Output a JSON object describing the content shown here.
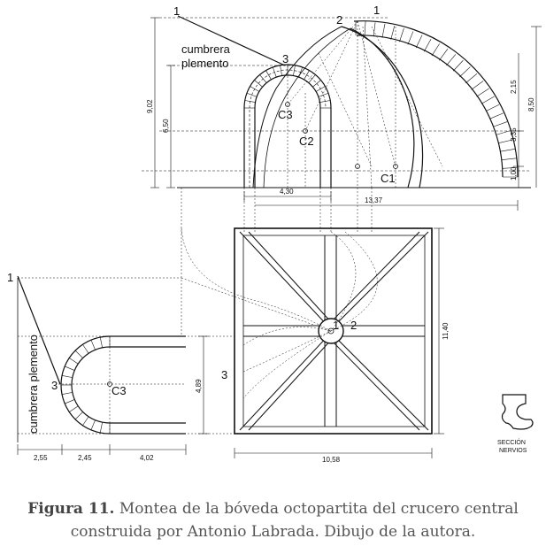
{
  "labels": {
    "p1_top": "1",
    "p2_top": "2",
    "p1_top_right": "1",
    "p3_top": "3",
    "cumbrera": "cumbrera",
    "plemento": "plemento",
    "c1": "C1",
    "c2": "C2",
    "c3_top": "C3",
    "p1_left": "1",
    "p3_left": "3",
    "c3_left": "C3",
    "cumbrera_plemento_vertical": "cumbrera plemento",
    "p1_center": "1",
    "p2_center": "2",
    "p3_center": "3",
    "seccion": "SECCIÓN",
    "nervios": "NERVIOS"
  },
  "dimensions": {
    "d_902": "9,02",
    "d_650": "6,50",
    "d_215": "2,15",
    "d_850": "8,50",
    "d_335": "3,35",
    "d_100": "1,00",
    "d_430": "4,30",
    "d_1337": "13,37",
    "d_1140": "11,40",
    "d_489": "4,89",
    "d_1058": "10,58",
    "d_255": "2,55",
    "d_245": "2,45",
    "d_402": "4,02"
  },
  "caption": {
    "figure_label": "Figura 11.",
    "text_line1": " Montea de la bóveda octopartita del crucero central",
    "text_line2": "construida por Antonio Labrada. Dibujo de la autora."
  }
}
